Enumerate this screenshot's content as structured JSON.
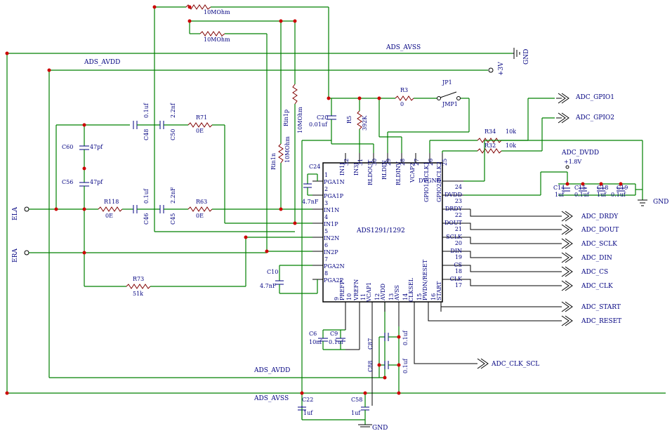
{
  "nets": {
    "ads_avss_top": "ADS_AVSS",
    "ads_avdd_top": "ADS_AVDD",
    "ads_avdd_bottom": "ADS_AVDD",
    "ads_avss_bottom": "ADS_AVSS",
    "gnd_top": "GND",
    "gnd_right": "GND",
    "gnd_bottom": "GND",
    "plus3v": "+3V",
    "adc_dvdd": "ADC_DVDD",
    "plus1v8": "+1.8V"
  },
  "connectors": {
    "ela": "ELA",
    "era": "ERA"
  },
  "ic": {
    "name": "ADS1291/1292",
    "left_pins": [
      {
        "num": "1",
        "name": "PGA1N"
      },
      {
        "num": "2",
        "name": "PGA1P"
      },
      {
        "num": "3",
        "name": "IN1N"
      },
      {
        "num": "4",
        "name": "IN1P"
      },
      {
        "num": "5",
        "name": "IN2N"
      },
      {
        "num": "6",
        "name": "IN2P"
      },
      {
        "num": "7",
        "name": "PGA2N"
      },
      {
        "num": "8",
        "name": "PGA2P"
      }
    ],
    "right_pins": [
      {
        "num": "24",
        "name": "DVGND"
      },
      {
        "num": "23",
        "name": "DVDD"
      },
      {
        "num": "22",
        "name": "DRDY"
      },
      {
        "num": "21",
        "name": "DOUT"
      },
      {
        "num": "20",
        "name": "SCLK"
      },
      {
        "num": "19",
        "name": "DIN"
      },
      {
        "num": "18",
        "name": "CS"
      },
      {
        "num": "17",
        "name": "CLK"
      }
    ],
    "top_pins": [
      {
        "num": "32",
        "name": "IN1I"
      },
      {
        "num": "31",
        "name": "IN3I"
      },
      {
        "num": "30",
        "name": "RLDOUT"
      },
      {
        "num": "29",
        "name": "RLDIN"
      },
      {
        "num": "28",
        "name": "RLDINV"
      },
      {
        "num": "27",
        "name": "VCAP2"
      },
      {
        "num": "26",
        "name": "GPIO1/RCLK1"
      },
      {
        "num": "25",
        "name": "GPIO2/RCLK2"
      }
    ],
    "bottom_pins": [
      {
        "num": "9",
        "name": "PREFP"
      },
      {
        "num": "10",
        "name": "VREFN"
      },
      {
        "num": "11",
        "name": "VCAP1"
      },
      {
        "num": "12",
        "name": "AVDD"
      },
      {
        "num": "13",
        "name": "AVSS"
      },
      {
        "num": "14",
        "name": "CLKSEL"
      },
      {
        "num": "15",
        "name": "PWDN/RESET"
      },
      {
        "num": "16",
        "name": "START"
      }
    ]
  },
  "components": {
    "r_10m_a": "10MOhm",
    "r_10m_b": "10MOhm",
    "rin1n": "Rin1n",
    "rin1n_val": "10MOhm",
    "rin1p": "Rin1p",
    "rin1p_val": "10MOhm",
    "r3": "R3",
    "r3_val": "0",
    "jp1": "JP1",
    "jmp1": "JMP1",
    "c20": "C20",
    "c20_val": "0.01uf",
    "r5": "R5",
    "r5_val": "392K",
    "r34": "R34",
    "r34_val": "10k",
    "r32": "R32",
    "r32_val": "10k",
    "c48": "C48",
    "c48_val": "0.1uf",
    "c50": "C50",
    "c50_val": "2.2nf",
    "r71": "R71",
    "r71_val": "0E",
    "c60": "C60",
    "c60_val": "47pf",
    "c56": "C56",
    "c56_val": "47pf",
    "r118": "R118",
    "r118_val": "0E",
    "c46": "C46",
    "c46_val": "0.1uf",
    "c45": "C45",
    "c45_val": "2.2nF",
    "r63": "R63",
    "r63_val": "0E",
    "r73": "R73",
    "r73_val": "51k",
    "c24": "C24",
    "c24_val": "4.7nF",
    "c10": "C10",
    "c10_val": "4.7nF",
    "c14": "C14",
    "c14_val": "1uf",
    "c15": "C15",
    "c15_val": "0.1uf",
    "c18": "C18",
    "c18_val": "1uf",
    "c19": "C19",
    "c19_val": "0.1uf",
    "c6": "C6",
    "c6_val": "10nf",
    "c9": "C9",
    "c9_val": "0.1uf",
    "c87": "C87",
    "c87_val": "0.1uf",
    "c88": "C88",
    "c88_val": "0.1uf",
    "c22": "C22",
    "c22_val": "1uf",
    "c58": "C58",
    "c58_val": "1uf"
  },
  "ports": {
    "gpio1": "ADC_GPIO1",
    "gpio2": "ADC_GPIO2",
    "drdy": "ADC_DRDY",
    "dout": "ADC_DOUT",
    "sclk": "ADC_SCLK",
    "din": "ADC_DIN",
    "cs": "ADC_CS",
    "clk": "ADC_CLK",
    "start": "ADC_START",
    "reset": "ADC_RESET",
    "clk_scl": "ADC_CLK_SCL"
  }
}
